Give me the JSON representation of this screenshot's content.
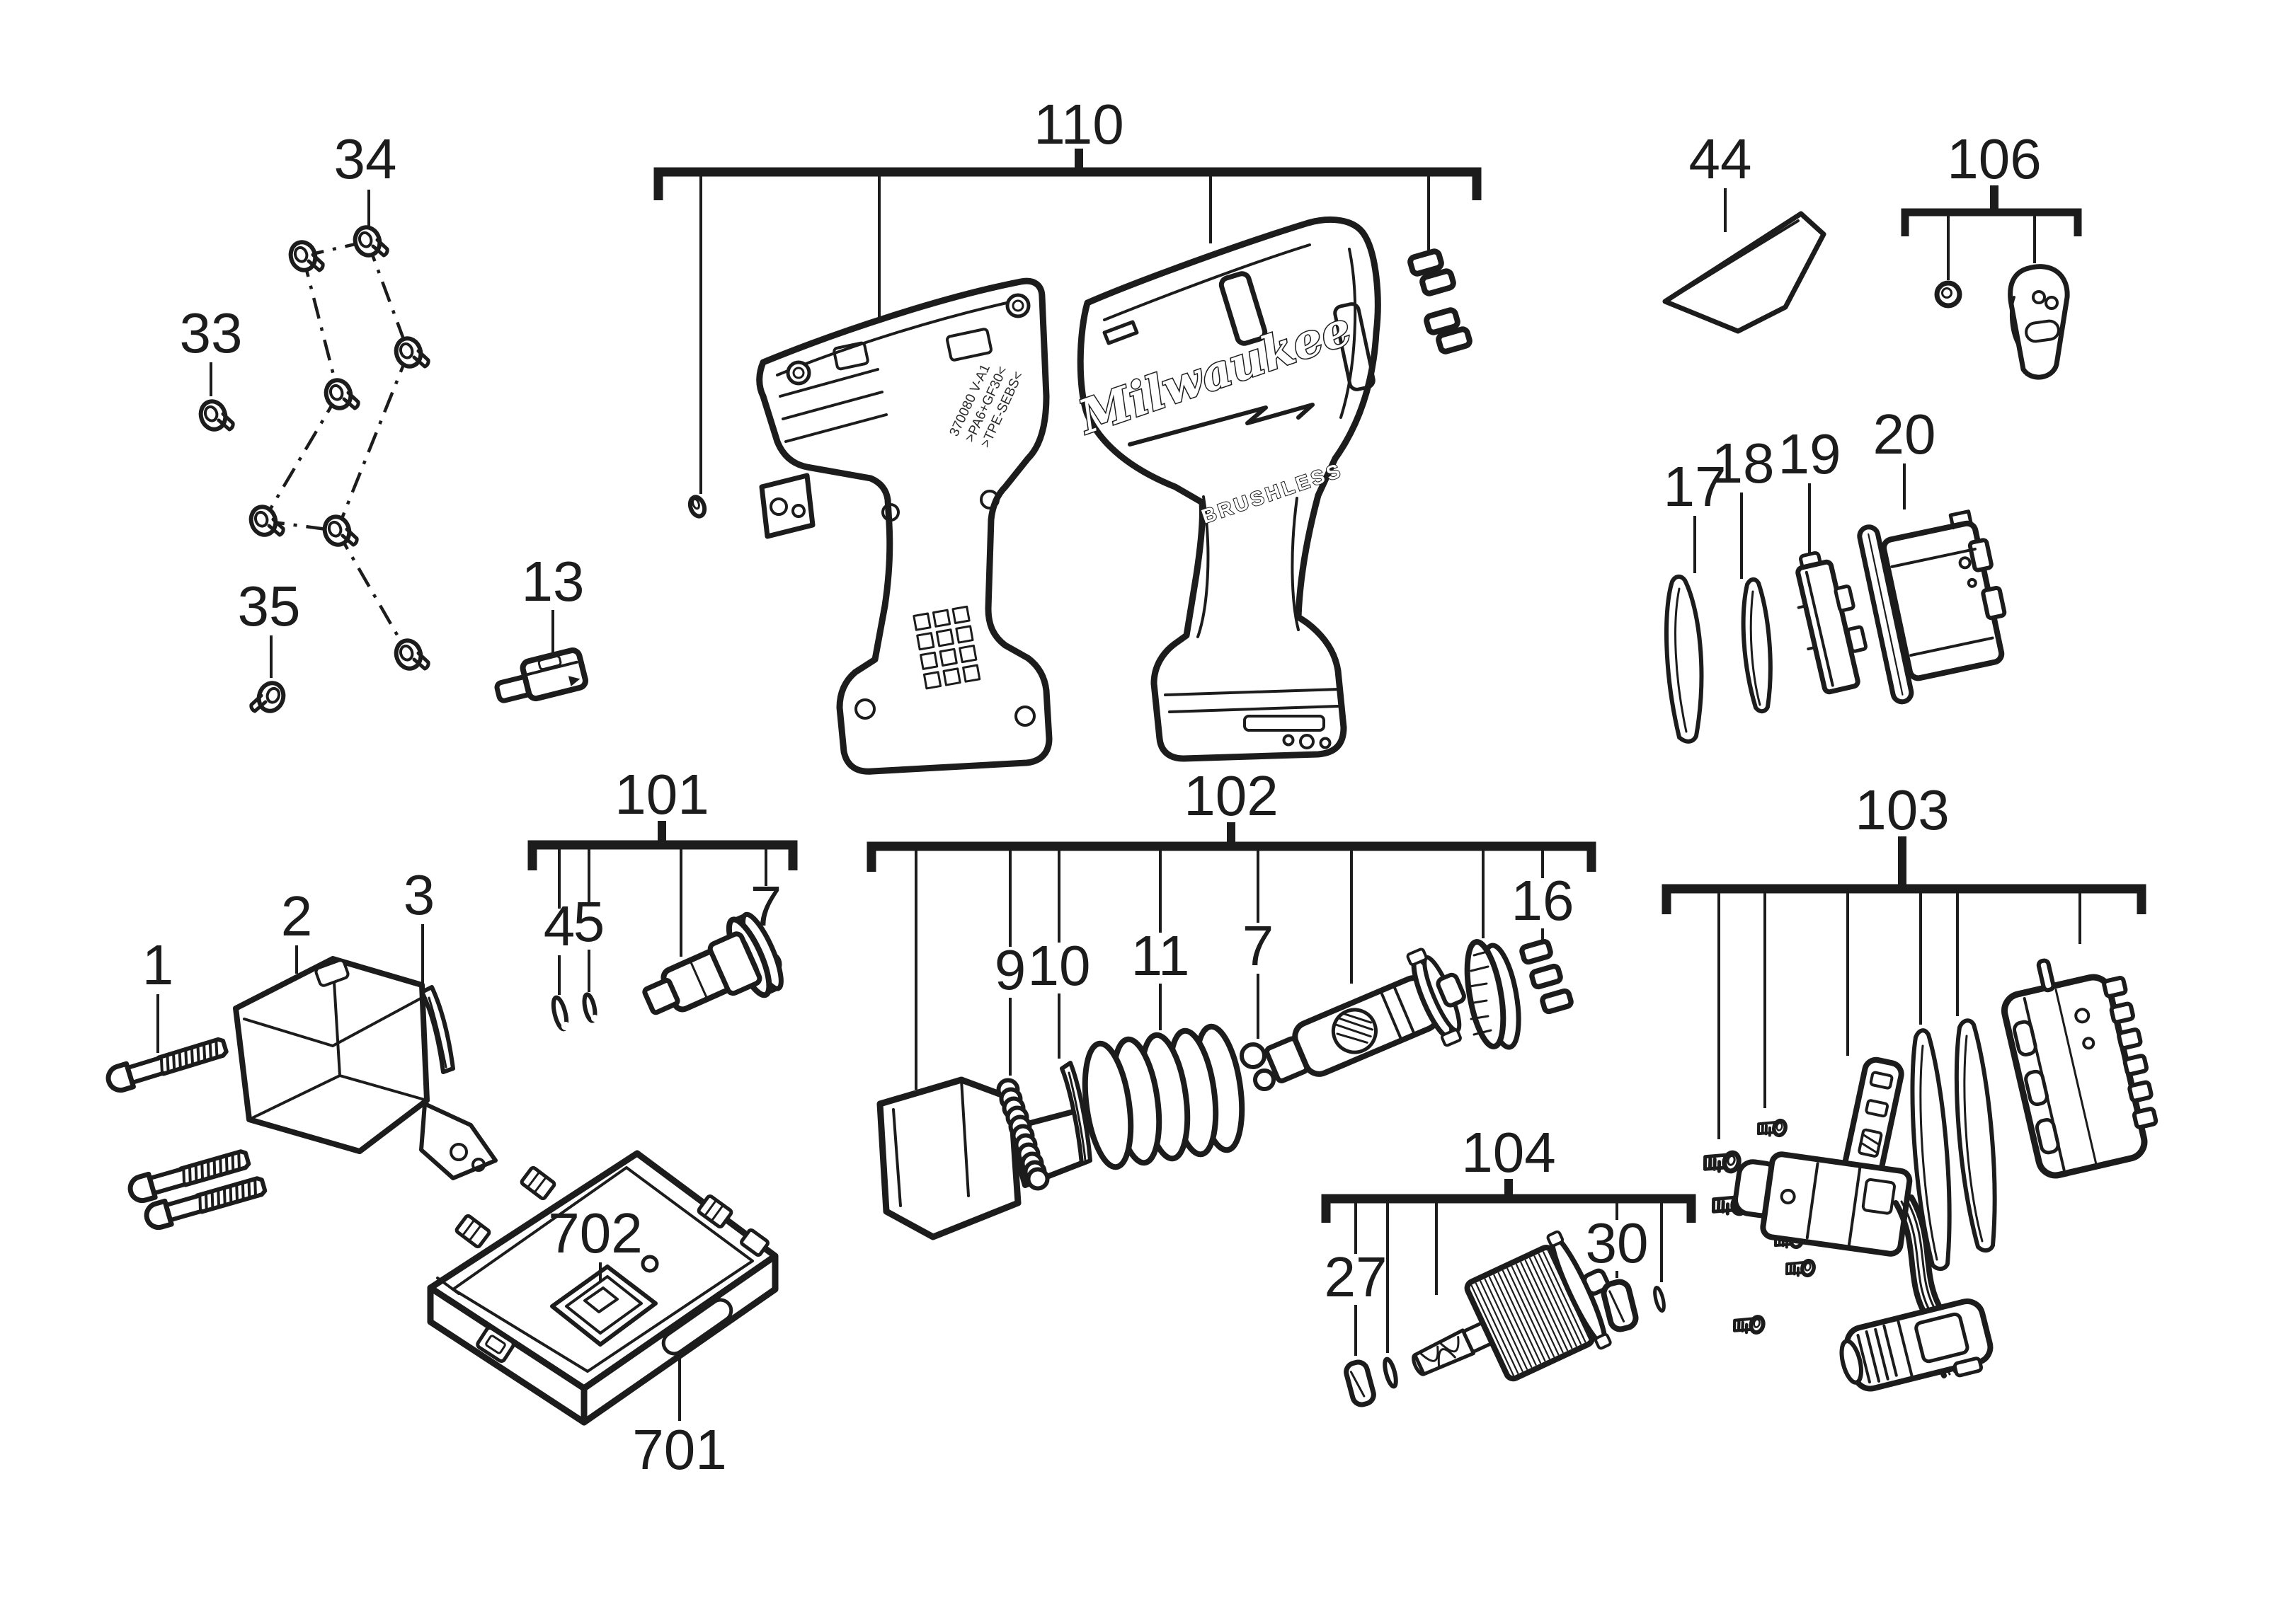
{
  "diagram": {
    "type": "exploded-parts-diagram",
    "background": "#ffffff",
    "line_color": "#1c1c1c",
    "callouts": {
      "1": "1",
      "2": "2",
      "3": "3",
      "4": "4",
      "5": "5",
      "7": "7",
      "9": "9",
      "10": "10",
      "11": "11",
      "13": "13",
      "16": "16",
      "17": "17",
      "18": "18",
      "19": "19",
      "20": "20",
      "27": "27",
      "30": "30",
      "33": "33",
      "34": "34",
      "35": "35",
      "44": "44",
      "101": "101",
      "102": "102",
      "103": "103",
      "104": "104",
      "106": "106",
      "110": "110",
      "701": "701",
      "702": "702"
    },
    "brand": {
      "logo": "Milwaukee",
      "brushless": "BRUSHLESS"
    },
    "housing_markings": {
      "line1": "370080 V-A1",
      "line2": ">PA6+GF30<",
      "line3": ">TPE-SEBS<"
    }
  }
}
